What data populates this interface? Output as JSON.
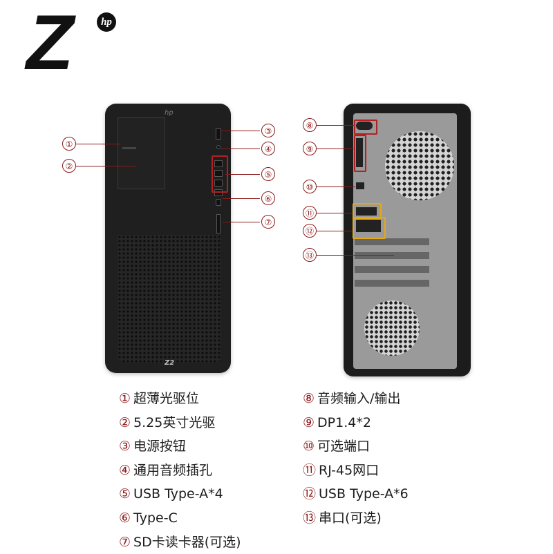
{
  "logo": {
    "letter": "Z",
    "brand": "hp"
  },
  "callouts": {
    "front": [
      "①",
      "②",
      "③",
      "④",
      "⑤",
      "⑥",
      "⑦"
    ],
    "rear": [
      "⑧",
      "⑨",
      "⑩",
      "⑪",
      "⑫",
      "⑬"
    ]
  },
  "legend": {
    "left": [
      {
        "num": "①",
        "label": "超薄光驱位"
      },
      {
        "num": "②",
        "label": "5.25英寸光驱"
      },
      {
        "num": "③",
        "label": "电源按钮"
      },
      {
        "num": "④",
        "label": "通用音频插孔"
      },
      {
        "num": "⑤",
        "label": "USB Type-A*4"
      },
      {
        "num": "⑥",
        "label": "Type-C"
      },
      {
        "num": "⑦",
        "label": "SD卡读卡器(可选)"
      }
    ],
    "right": [
      {
        "num": "⑧",
        "label": "音频输入/输出"
      },
      {
        "num": "⑨",
        "label": "DP1.4*2"
      },
      {
        "num": "⑩",
        "label": "可选端口"
      },
      {
        "num": "⑪",
        "label": "RJ-45网口"
      },
      {
        "num": "⑫",
        "label": "USB Type-A*6"
      },
      {
        "num": "⑬",
        "label": "串口(可选)"
      }
    ]
  },
  "colors": {
    "accent": "#8b1a1a",
    "highlight_red": "#b32020",
    "highlight_yellow": "#e6a817"
  },
  "product_marks": {
    "front_badge": "Z2",
    "top_badge": "hp"
  }
}
